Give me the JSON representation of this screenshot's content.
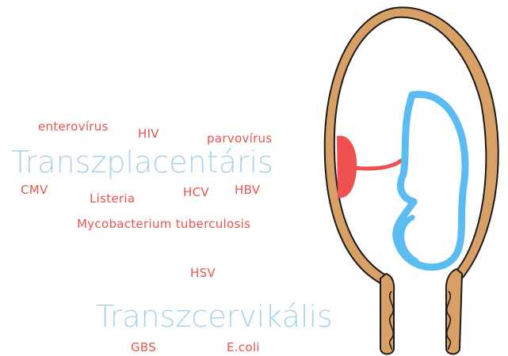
{
  "colors": {
    "pathogen_text": "#e8534f",
    "route_text": "#a9d2ee",
    "uterus": "#d9a066",
    "uterus_outline": "#1a1a1a",
    "fetus": "#5bbcf2",
    "placenta": "#f05050"
  },
  "transplacental": {
    "title": "Transzplacentáris",
    "pathogens": {
      "enterovirus": "enterovírus",
      "hiv": "HIV",
      "parvovirus": "parvovírus",
      "cmv": "CMV",
      "listeria": "Listeria",
      "hcv": "HCV",
      "hbv": "HBV",
      "tb": "Mycobacterium tuberculosis"
    }
  },
  "transcervical": {
    "title": "Transzcervikális",
    "pathogens": {
      "hsv": "HSV",
      "gbs": "GBS",
      "ecoli": "E.coli"
    }
  }
}
